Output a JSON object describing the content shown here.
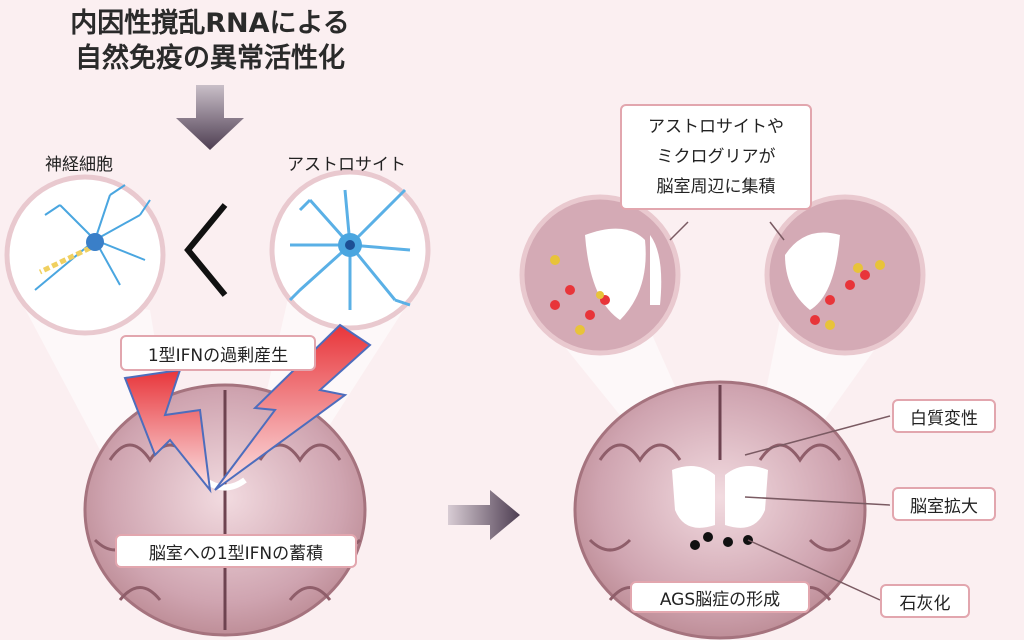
{
  "title": {
    "line1": "内因性撹乱RNAによる",
    "line2": "自然免疫の異常活性化"
  },
  "left": {
    "neuron_label": "神経細胞",
    "astrocyte_label": "アストロサイト",
    "ifn_overproduction": "1型IFNの過剰産生",
    "ifn_accumulation": "脳室への1型IFNの蓄積"
  },
  "right": {
    "callout": {
      "line1": "アストロサイトや",
      "line2": "ミクログリアが",
      "line3": "脳室周辺に集積"
    },
    "white_matter": "白質変性",
    "ventricle": "脳室拡大",
    "calcification": "石灰化",
    "ags": "AGS脳症の形成"
  },
  "colors": {
    "background": "#fbeff1",
    "box_border": "#e2a6ae",
    "brain": "#c99aa6",
    "bolt": "#e8353a",
    "cell_blue": "#4aa6e0"
  }
}
